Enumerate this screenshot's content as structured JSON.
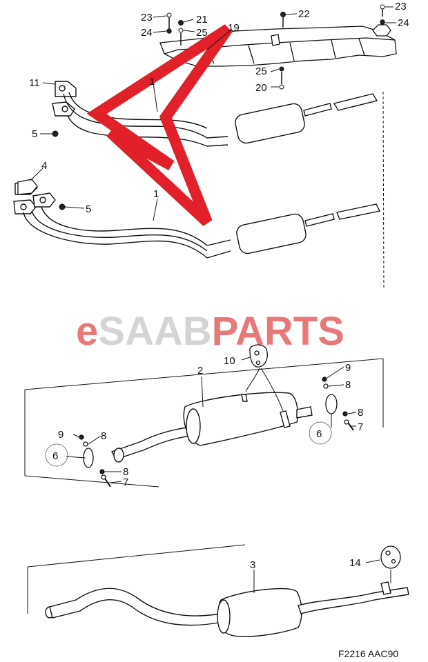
{
  "diagram": {
    "watermark": {
      "prefix": "e",
      "middle": "SAAB",
      "suffix": "PARTS",
      "colors": {
        "prefix": "#e8787a",
        "middle": "#d4d4d4",
        "suffix": "#e8787a"
      }
    },
    "figure_code": "F2216 AAC90",
    "highlight_arrow": {
      "color": "#e1202a"
    },
    "callouts": {
      "c23a": "23",
      "c21": "21",
      "c22": "22",
      "c23b": "23",
      "c24a": "24",
      "c25a": "25",
      "c19": "19",
      "c24b": "24",
      "c11": "11",
      "c1a": "1",
      "c25b": "25",
      "c20": "20",
      "c5a": "5",
      "c4": "4",
      "c5b": "5",
      "c1b": "1",
      "c10": "10",
      "c2": "2",
      "c9a": "9",
      "c8a": "8",
      "c9b": "9",
      "c8b": "8",
      "c8c": "8",
      "c6a": "6",
      "c6b": "6",
      "c7a": "7",
      "c8d": "8",
      "c7b": "7",
      "c3": "3",
      "c14": "14"
    }
  }
}
